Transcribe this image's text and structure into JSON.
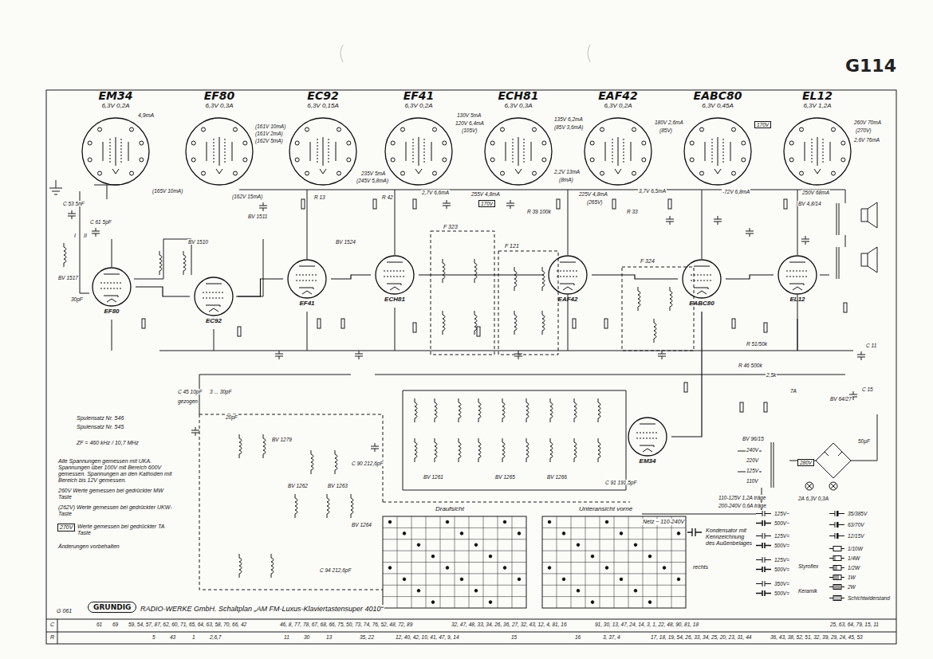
{
  "diagram": {
    "title": "G114",
    "nodes": [
      {
        "text": [
          "EM34",
          "6,3V 0,2A"
        ]
      },
      {
        "text": [
          "EF80",
          "6,3V 0,3A"
        ]
      },
      {
        "text": [
          "EC92",
          "6,3V 0,15A"
        ]
      },
      {
        "text": [
          "EF41",
          "6,3V 0,2A"
        ]
      },
      {
        "text": [
          "ECH81",
          "6,3V 0,3A"
        ]
      },
      {
        "text": [
          "EAF42",
          "6,3V 0,2A"
        ]
      },
      {
        "text": [
          "EABC80",
          "6,3V 0,45A"
        ]
      },
      {
        "text": [
          "EL12",
          "6,3V 1,2A"
        ]
      },
      {
        "text": [
          "EF80"
        ]
      },
      {
        "text": [
          "EC92"
        ]
      },
      {
        "text": [
          "EF41"
        ]
      },
      {
        "text": [
          "ECH81"
        ]
      },
      {
        "text": [
          "EAF42"
        ]
      },
      {
        "text": [
          "EABC80"
        ]
      },
      {
        "text": [
          "EL12"
        ]
      },
      {
        "text": [
          "EM34"
        ]
      },
      {
        "text": [
          "GRUNDIG"
        ]
      }
    ],
    "edges": [
      {
        "from": 8,
        "to": 9,
        "arrow": "none"
      },
      {
        "from": 9,
        "to": 10,
        "arrow": "none"
      },
      {
        "from": 10,
        "to": 11,
        "arrow": "none"
      },
      {
        "from": 11,
        "to": 12,
        "arrow": "none"
      },
      {
        "from": 12,
        "to": 13,
        "arrow": "none"
      },
      {
        "from": 13,
        "to": 14,
        "arrow": "none"
      },
      {
        "from": 13,
        "to": 15,
        "arrow": "none"
      }
    ],
    "labels": [
      "4,9mA",
      "(161V 10mA)",
      "(161V 2mA)",
      "(162V 5mA)",
      "(165V 10mA)",
      "235V 5mA",
      "(245V 5,8mA)",
      "2,7V 6,6mA",
      "130V 5mA",
      "120V 6,4mA",
      "(105V)",
      "135V 6,2mA",
      "(85V 3,6mA)",
      "2,2V 13mA",
      "(8mA)",
      "255V 4,8mA",
      "170V",
      "180V 2,6mA",
      "(85V)",
      "225V 4,8mA",
      "(265V)",
      "3,7V 6,5mA",
      "-72V 6,8mA",
      "170V",
      "260V 70mA",
      "(270V)",
      "2,6V 76mA",
      "250V 68mA",
      "(162V 15mA)",
      "C 53 5nF",
      "C 61 5pF",
      "I",
      "II",
      "BV 1510",
      "BV 1511",
      "BV 1524",
      "F 323",
      "F 121",
      "F 324",
      "BV 4,8/14",
      "BV 1517",
      "C 45 10pF",
      "3 ... 30pF",
      "gezogen",
      "BV 1279",
      "BV 1262",
      "BV 1263",
      "BV 1264",
      "BV 1261",
      "BV 1265",
      "BV 1266",
      "C 90 212,6pF",
      "C 91 191,5pF",
      "C 94 212,6pF",
      "Spulensatz Nr. 546",
      "Spulensatz Nr. 545",
      "ZF = 460 kHz / 10,7 MHz",
      "Alle Spannungen gemessen mit UKA. Spannungen über 100V mit Bereich 600V gemessen. Spannungen an den Kathoden mit Bereich bis 12V gemessen.",
      "260V Werte gemessen bei gedrückter MW Taste",
      "(262V) Werte gemessen bei gedrückter UKW-Taste",
      "270V",
      "Werte gemessen bei gedrückter TA Taste",
      "Änderungen vorbehalten",
      "Draufsicht",
      "Unteransicht vorne",
      "rechts",
      "G 061",
      "RADIO-WERKE GmbH. Schaltplan „AM FM-Luxus-Klaviertastensuper 4010“",
      "240V",
      "220V",
      "125V",
      "110V",
      "110-125V 1,2A träge",
      "200-240V 0,6A träge",
      "Netz ~ 110-240V",
      "280V",
      "BV 96/15",
      "BV 64/27",
      "50µF",
      "2A 6,3V 0,3A",
      "Kondensator mit Kennzeichnung des Außenbelages",
      "Styroflex",
      "Keramik",
      "C",
      "R",
      "61",
      "69",
      "59, 54, 57, 87, 62, 60, 71, 65, 64, 63, 58, 70, 66, 42",
      "46, 8, 77, 78, 67, 68, 66, 75, 50, 73, 74, 76, 52, 48, 72, 89",
      "32, 47, 48, 33, 34, 26, 36, 27, 32, 43, 12, 4, 81, 16",
      "91, 30, 13, 47, 24, 14, 3, 1, 22, 48, 90, 81, 18",
      "25, 63, 64, 79, 15, 11",
      "5",
      "43",
      "1",
      "2,6,7",
      "11",
      "30",
      "13",
      "35, 22",
      "12, 40, 42, 10, 41, 47, 9, 14",
      "15",
      "16",
      "3, 37, 4",
      "17, 18, 19, 54, 26, 33, 34, 25, 20, 23, 31, 44",
      "36, 43, 38, 52, 51, 32, 39, 29, 24, 45, 53",
      "R 13",
      "R 42",
      "R 39 100k",
      "R 33",
      "R 46 500k",
      "R 51/50k",
      "2,5k",
      "C 15",
      "C 11",
      "20pF",
      "30pF",
      "7A"
    ],
    "legend": [
      {
        "text": "125V~"
      },
      {
        "text": "500V~"
      },
      {
        "text": "125V="
      },
      {
        "text": "500V="
      },
      {
        "text": "125V="
      },
      {
        "text": "500V="
      },
      {
        "text": "350V="
      },
      {
        "text": "500V="
      },
      {
        "text": "35/385V"
      },
      {
        "text": "63/70V"
      },
      {
        "text": "12/15V"
      },
      {
        "text": "1/10W"
      },
      {
        "text": "1/4W"
      },
      {
        "text": "1/2W"
      },
      {
        "text": "1W"
      },
      {
        "text": "2W"
      },
      {
        "text": "Schichtwiderstand"
      }
    ]
  }
}
